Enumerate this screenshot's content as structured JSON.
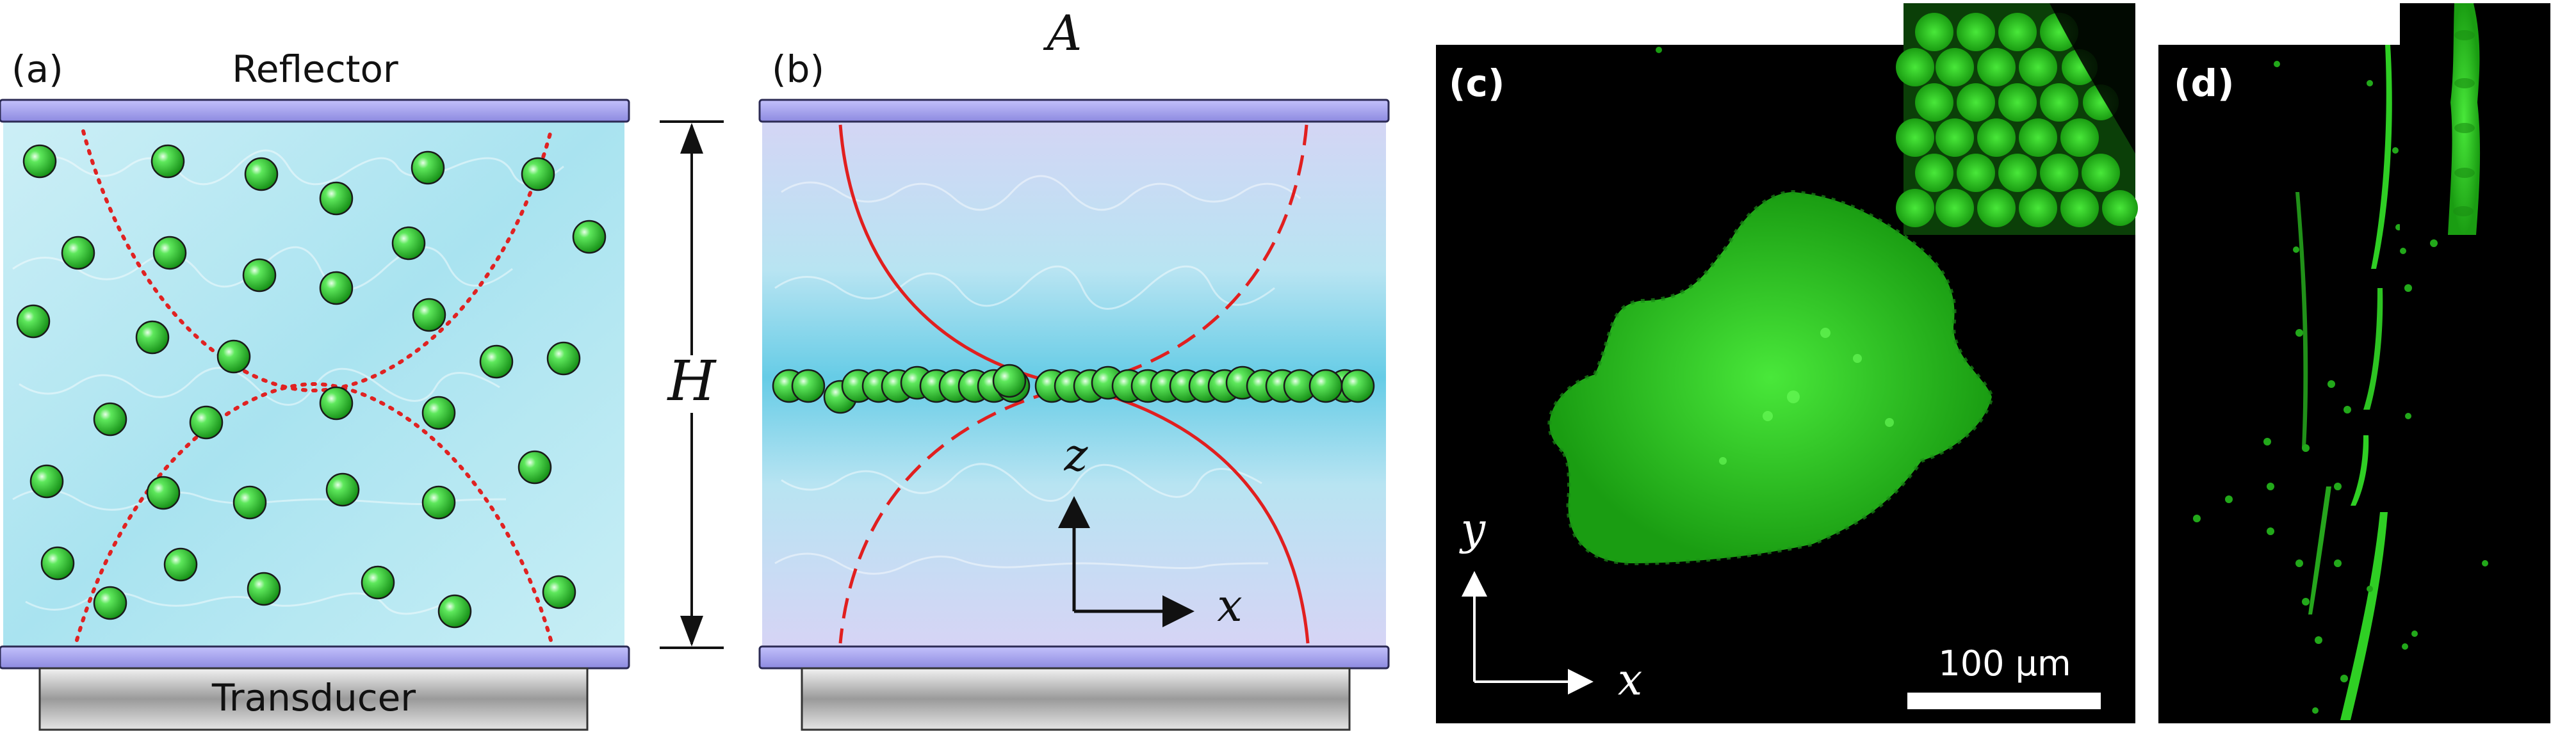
{
  "panels": {
    "a": {
      "label": "(a)",
      "reflector": "Reflector",
      "transducer": "Transducer"
    },
    "b": {
      "label": "(b)",
      "top_symbol": "A",
      "height_symbol": "H",
      "axis_z": "z",
      "axis_x": "x"
    },
    "c": {
      "label": "(c)",
      "axis_y": "y",
      "axis_x": "x",
      "scale_bar": "100 µm"
    },
    "d": {
      "label": "(d)"
    }
  },
  "colors": {
    "water": "#bfe9f2",
    "plate": "#a9a7f2",
    "particle": "#39d63a",
    "node_curve": "#e11f1f",
    "micrograph_bg": "#000000",
    "fluorescence": "#25c11c",
    "transducer": "#c8c8c8"
  }
}
